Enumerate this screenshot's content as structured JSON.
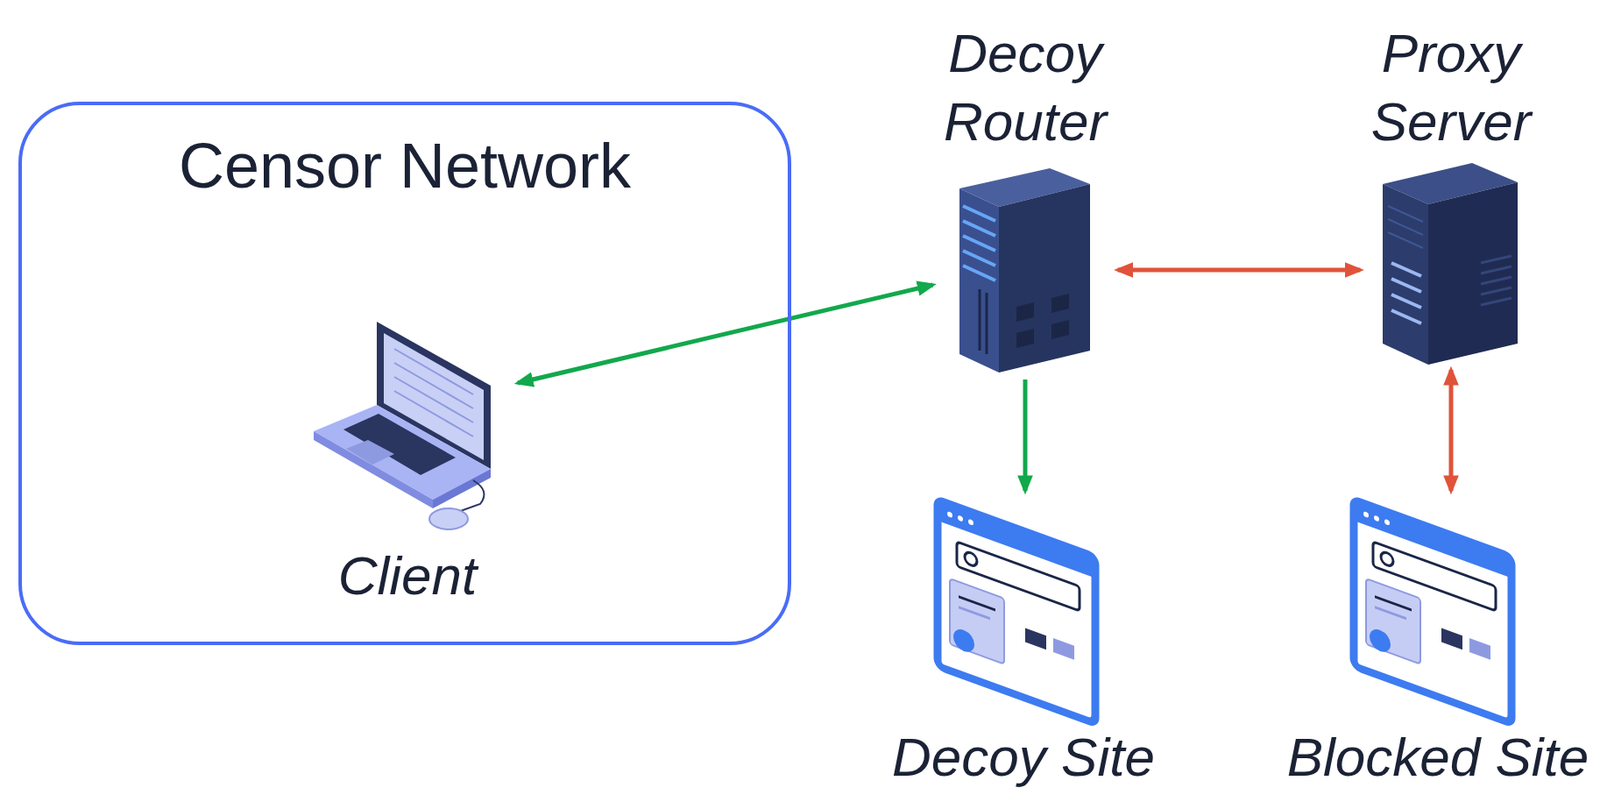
{
  "diagram": {
    "nodes": [
      {
        "text": [
          "Censor Network"
        ]
      },
      {
        "text": [
          "Client"
        ],
        "in": 0
      },
      {
        "text": [
          "Decoy Router"
        ]
      },
      {
        "text": [
          "Proxy Server"
        ]
      },
      {
        "text": [
          "Decoy Site"
        ]
      },
      {
        "text": [
          "Blocked Site"
        ]
      }
    ],
    "edges": [
      {
        "from": 1,
        "to": 2,
        "arrow": "both"
      },
      {
        "from": 2,
        "to": 4,
        "arrow": "to"
      },
      {
        "from": 2,
        "to": 3,
        "arrow": "both"
      },
      {
        "from": 3,
        "to": 5,
        "arrow": "both"
      }
    ]
  }
}
